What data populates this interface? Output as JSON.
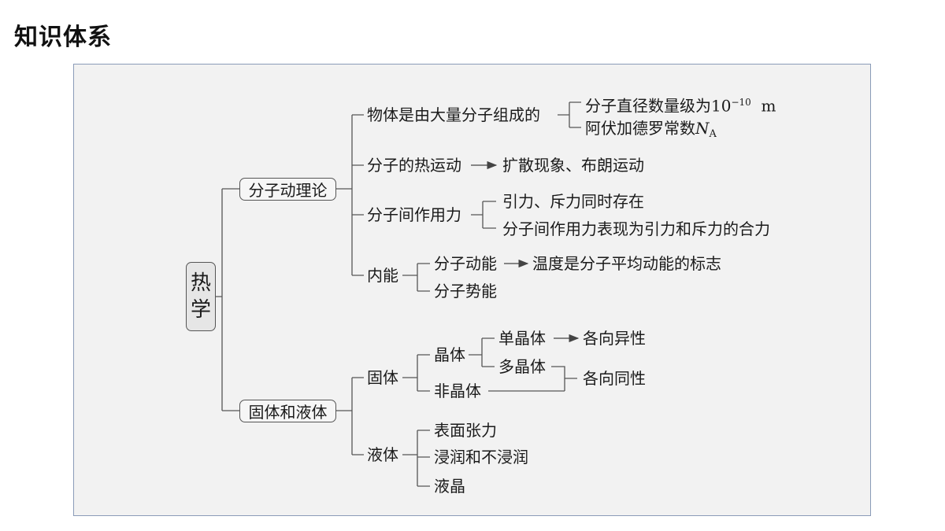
{
  "title": "知识体系",
  "root": [
    "热",
    "学"
  ],
  "branch1": {
    "label": "分子动理论",
    "items": {
      "composition": "物体是由大量分子组成的",
      "diameter_prefix": "分子直径数量级为10",
      "diameter_exp": "−10",
      "diameter_unit": "m",
      "avogadro_prefix": "阿伏加德罗常数",
      "avogadro_symbol": "N",
      "avogadro_sub": "A",
      "thermal_motion": "分子的热运动",
      "diffusion": "扩散现象、布朗运动",
      "intermolecular_force": "分子间作用力",
      "force_coexist": "引力、斥力同时存在",
      "force_net": "分子间作用力表现为引力和斥力的合力",
      "internal_energy": "内能",
      "kinetic_energy": "分子动能",
      "temperature": "温度是分子平均动能的标志",
      "potential_energy": "分子势能"
    }
  },
  "branch2": {
    "label": "固体和液体",
    "items": {
      "solid": "固体",
      "crystal": "晶体",
      "single_crystal": "单晶体",
      "anisotropy": "各向异性",
      "polycrystal": "多晶体",
      "amorphous": "非晶体",
      "isotropy": "各向同性",
      "liquid": "液体",
      "surface_tension": "表面张力",
      "wetting": "浸润和不浸润",
      "liquid_crystal": "液晶"
    }
  }
}
